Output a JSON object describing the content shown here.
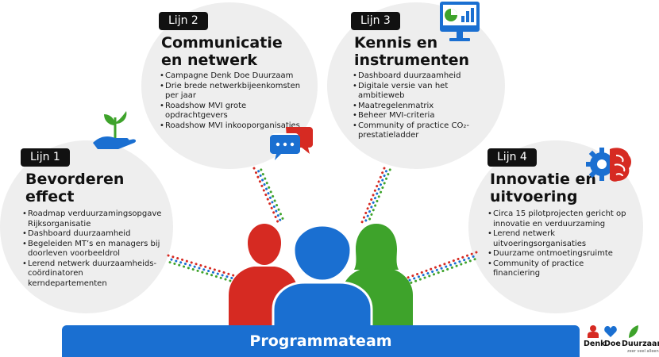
{
  "lijnen": [
    {
      "tag": "Lijn 1",
      "title": [
        "Bevorderen",
        "effect"
      ],
      "items": [
        "Roadmap verduurzamingsopgave Rijksorganisatie",
        "Dashboard duurzaamheid",
        "Begeleiden MT’s en managers bij doorleven voorbeeldrol",
        "Lerend netwerk duurzaamheids-coördinatoren kerndepartementen"
      ]
    },
    {
      "tag": "Lijn 2",
      "title": [
        "Communicatie",
        "en netwerk"
      ],
      "items": [
        "Campagne Denk Doe Duurzaam",
        "Drie brede netwerkbijeenkomsten per jaar",
        "Roadshow MVI grote opdrachtgevers",
        "Roadshow MVI inkooporganisaties"
      ]
    },
    {
      "tag": "Lijn 3",
      "title": [
        "Kennis en",
        "instrumenten"
      ],
      "items": [
        "Dashboard duurzaamheid",
        "Digitale versie van het ambitieweb",
        "Maatregelenmatrix",
        "Beheer MVI-criteria",
        "Community of practice CO₂-prestatieladder"
      ]
    },
    {
      "tag": "Lijn 4",
      "title": [
        "Innovatie en",
        "uitvoering"
      ],
      "items": [
        "Circa 15 pilotprojecten gericht op innovatie en verduurzaming",
        "Lerend netwerk uitvoeringsorganisaties",
        "Duurzame ontmoetingsruimte",
        "Community of practice financiering"
      ]
    }
  ],
  "team_label": "Programmateam",
  "logo": {
    "denk": "Denk",
    "doe": "Doe",
    "duurzaam": "Duurzaam",
    "tagline": "zeer veel alleen"
  },
  "colors": {
    "red": "#d62a22",
    "blue": "#1a6fd1",
    "green": "#3ea32b",
    "circle": "#eeeeee",
    "tag": "#111111"
  },
  "icons": [
    "plant-in-hand-icon",
    "chat-bubbles-icon",
    "dashboard-monitor-icon",
    "brain-gear-icon",
    "people-icon"
  ]
}
